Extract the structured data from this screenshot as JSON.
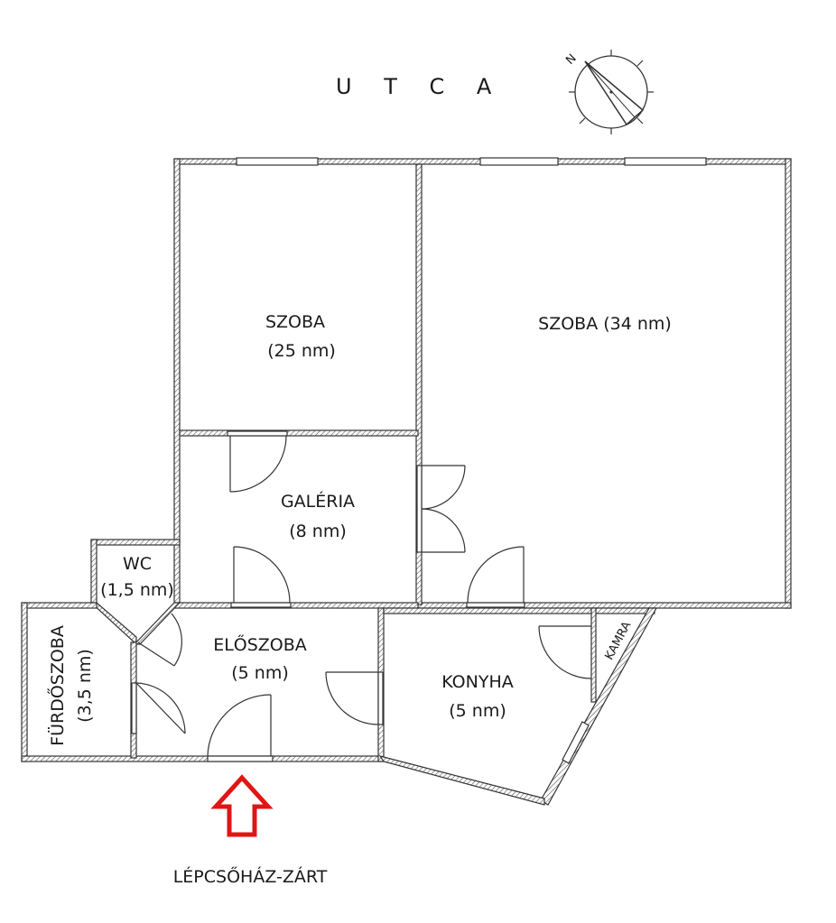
{
  "street": {
    "label": "U T C A"
  },
  "compass": {
    "north_label": "N"
  },
  "rooms": {
    "szoba_small": {
      "name": "SZOBA",
      "area": "(25 nm)"
    },
    "szoba_large": {
      "label": "SZOBA (34 nm)"
    },
    "galeria": {
      "name": "GALÉRIA",
      "area": "(8 nm)"
    },
    "wc": {
      "name": "WC",
      "area": "(1,5 nm)"
    },
    "eloszoba": {
      "name": "ELŐSZOBA",
      "area": "(5 nm)"
    },
    "konyha": {
      "name": "KONYHA",
      "area": "(5 nm)"
    },
    "furdoszoba": {
      "name": "FÜRDŐSZOBA",
      "area": "(3,5 nm)"
    },
    "kamra": {
      "name": "KAMRA"
    }
  },
  "entrance": {
    "label": "LÉPCSŐHÁZ-ZÁRT",
    "arrow_color": "#e01515"
  }
}
